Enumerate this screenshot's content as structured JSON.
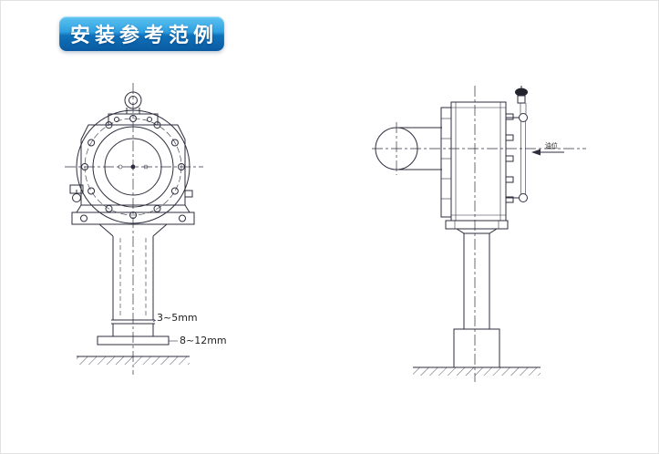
{
  "header": {
    "title": "安装参考范例"
  },
  "front_view": {
    "dim_gap": "3~5mm",
    "dim_base": "8~12mm"
  },
  "side_view": {
    "arrow_label": "油位"
  },
  "colors": {
    "line": "#2e2e3e",
    "badge_blue_top": "#5ec4f2",
    "badge_blue_bottom": "#0a5aa0",
    "background": "#ffffff"
  }
}
